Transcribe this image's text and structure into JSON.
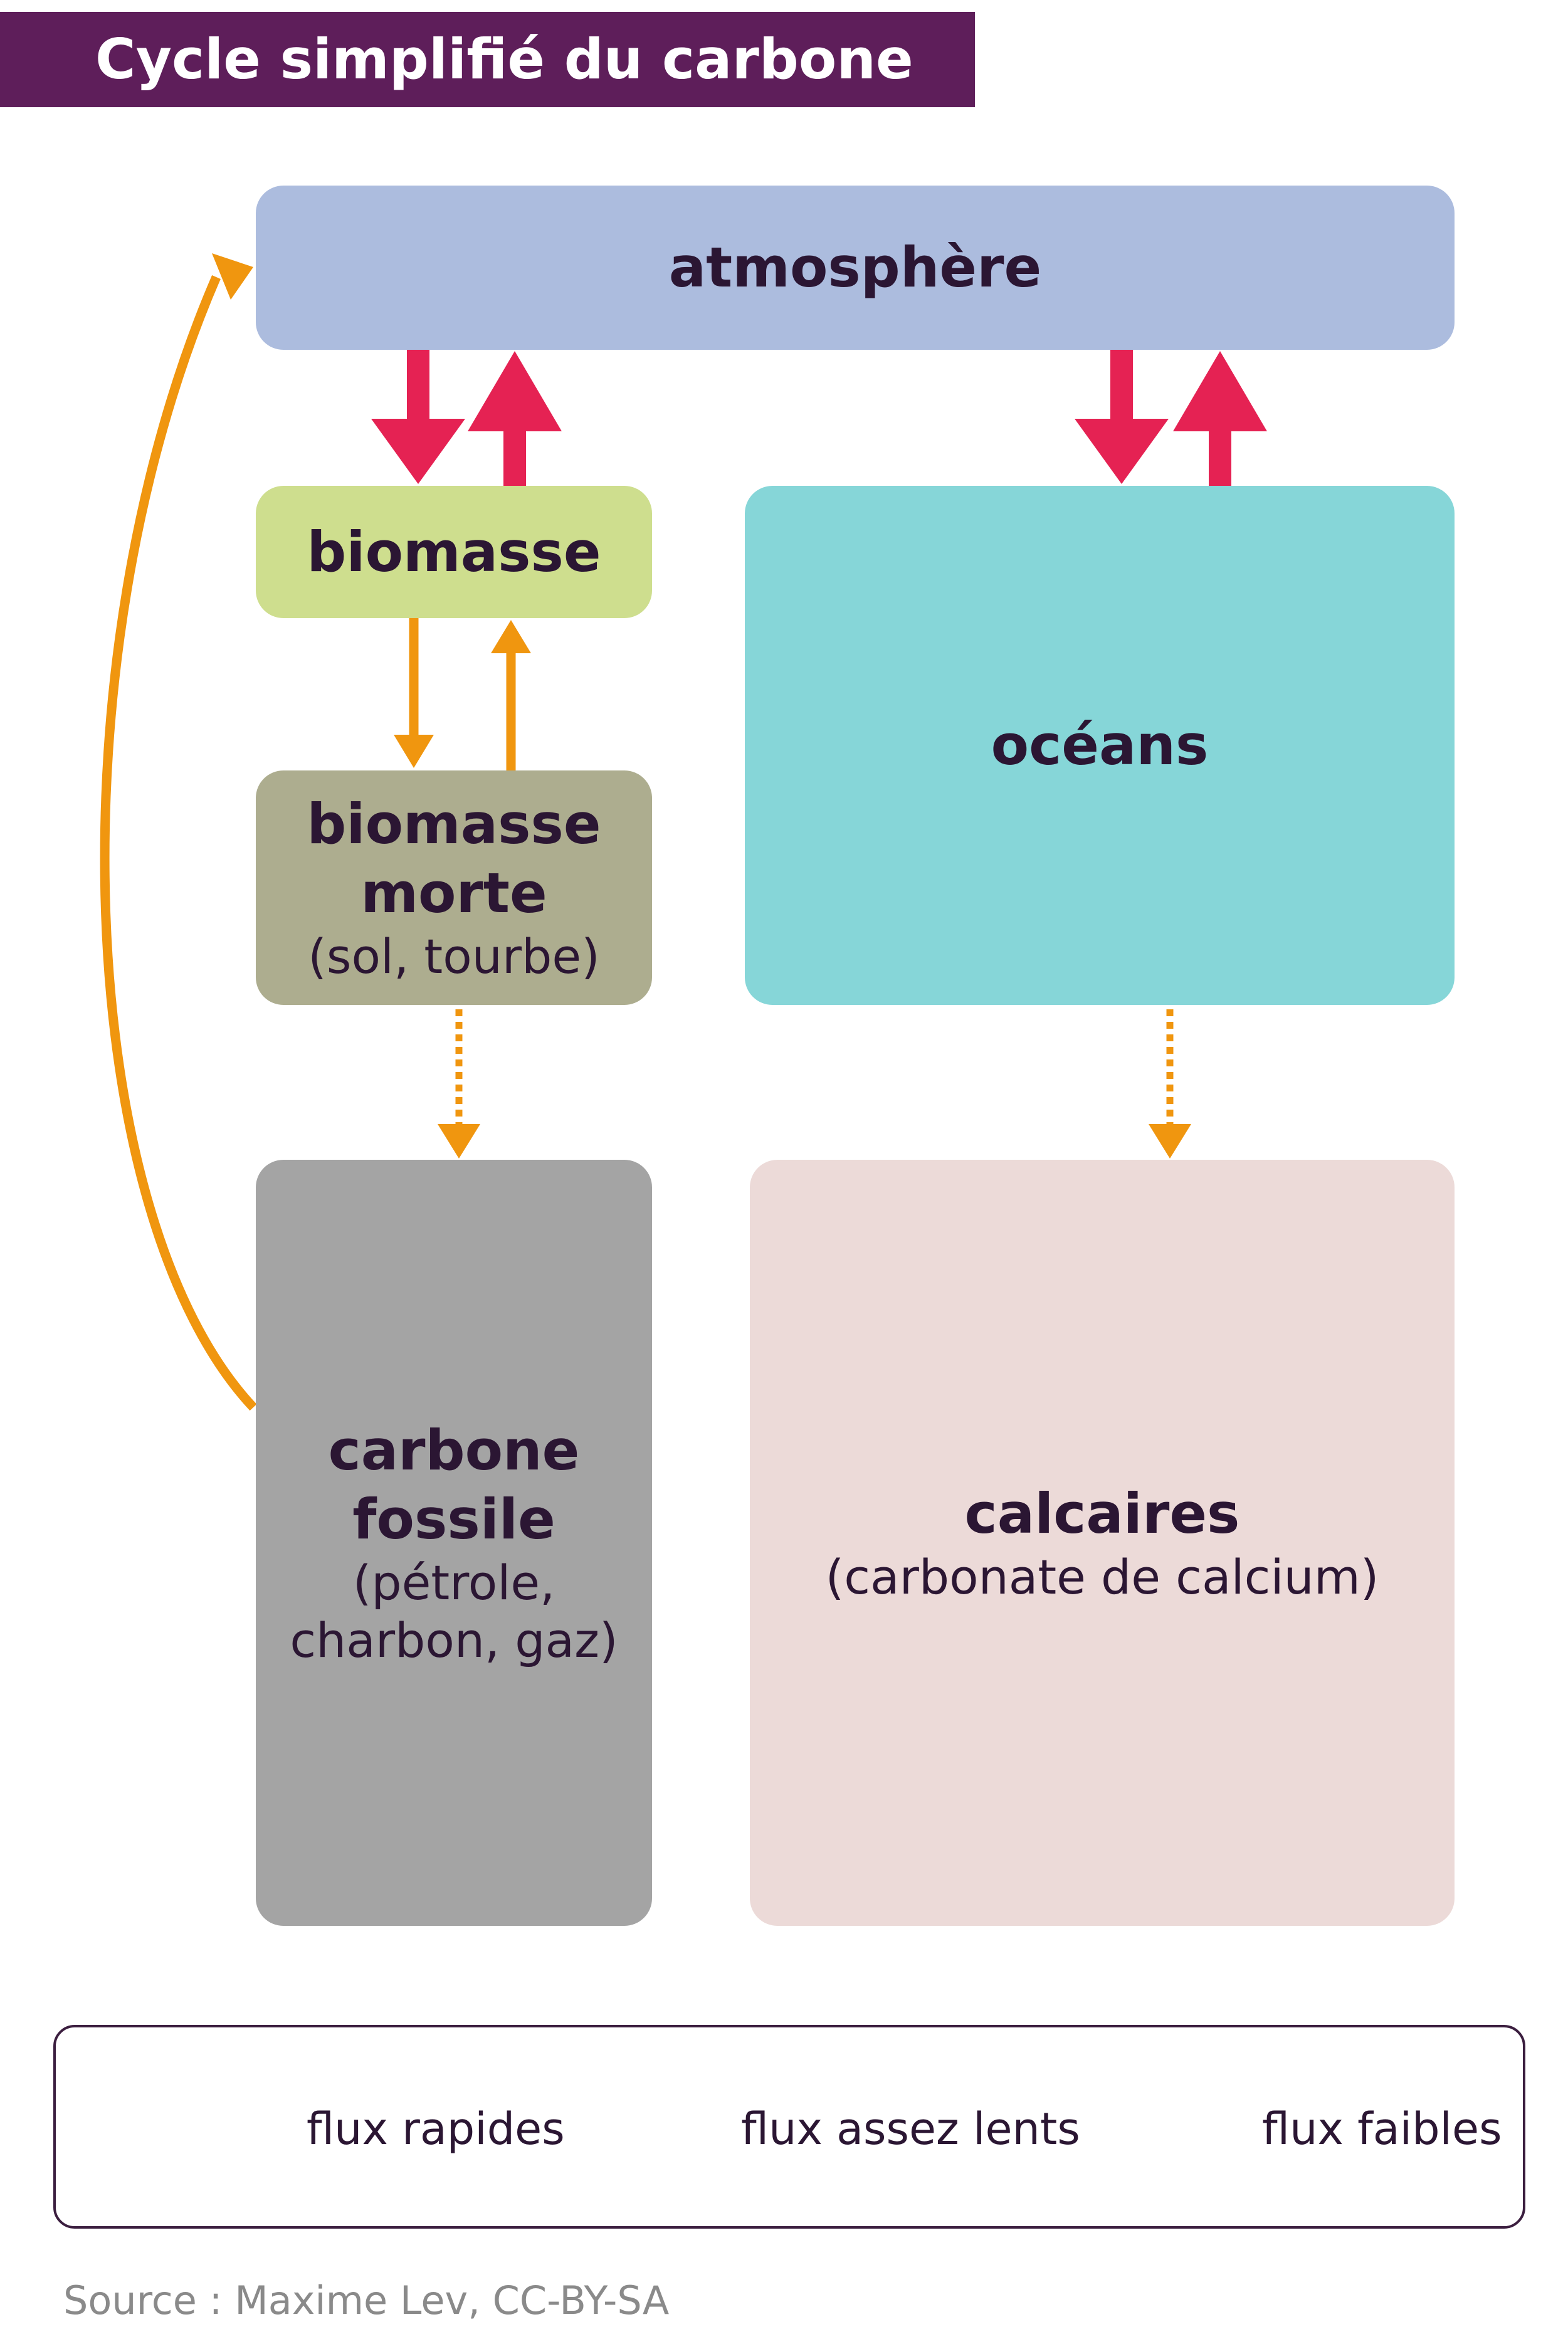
{
  "title": "Cycle simplifié du carbone",
  "nodes": {
    "atmosphere": {
      "label": "atmosphère"
    },
    "biomasse": {
      "label": "biomasse"
    },
    "biomasse_morte": {
      "label_line1": "biomasse",
      "label_line2": "morte",
      "sub": "(sol, tourbe)"
    },
    "oceans": {
      "label": "océans"
    },
    "carbone_fossile": {
      "label_line1": "carbone",
      "label_line2": "fossile",
      "sub_line1": "(pétrole,",
      "sub_line2": "charbon, gaz)"
    },
    "calcaires": {
      "label": "calcaires",
      "sub": "(carbonate de calcium)"
    }
  },
  "edges": [
    {
      "from": "atmosphère",
      "to": "biomasse",
      "type": "flux rapides"
    },
    {
      "from": "biomasse",
      "to": "atmosphère",
      "type": "flux rapides"
    },
    {
      "from": "atmosphère",
      "to": "océans",
      "type": "flux rapides"
    },
    {
      "from": "océans",
      "to": "atmosphère",
      "type": "flux rapides"
    },
    {
      "from": "biomasse",
      "to": "biomasse morte",
      "type": "flux assez lents"
    },
    {
      "from": "biomasse morte",
      "to": "biomasse",
      "type": "flux assez lents"
    },
    {
      "from": "biomasse morte",
      "to": "carbone fossile",
      "type": "flux faibles"
    },
    {
      "from": "océans",
      "to": "calcaires",
      "type": "flux faibles"
    },
    {
      "from": "carbone fossile",
      "to": "atmosphère",
      "type": "flux assez lents"
    }
  ],
  "legend": {
    "rapides": "flux rapides",
    "lents": "flux assez lents",
    "faibles": "flux faibles"
  },
  "source": "Source : Maxime Lev, CC-BY-SA",
  "colors": {
    "title_bg": "#5e1e5a",
    "flux_rapides": "#e52253",
    "flux_lents": "#f0960f",
    "atmosphere": "#acbcde",
    "biomasse": "#cede8e",
    "biomasse_morte": "#adad8f",
    "oceans": "#86d6d8",
    "carbone_fossile": "#a4a4a4",
    "calcaires": "#ecdad8"
  }
}
